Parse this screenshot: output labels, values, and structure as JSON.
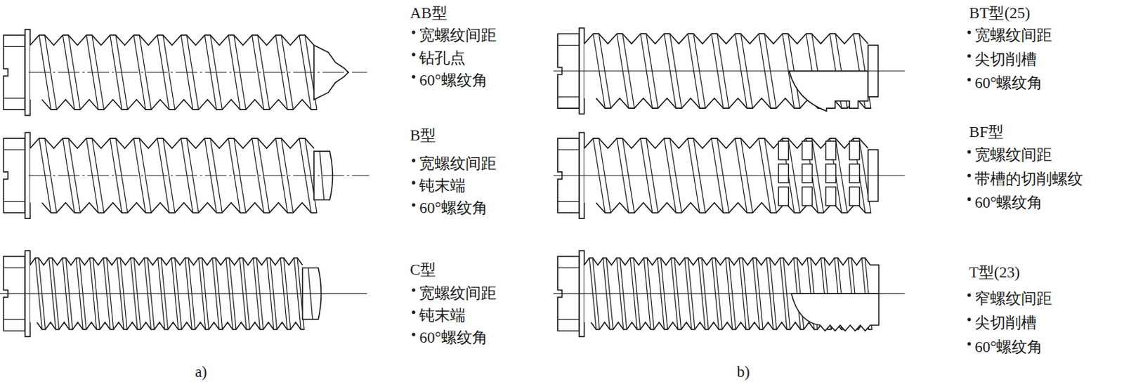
{
  "diagram": {
    "labels": [
      "AB型",
      "宽螺纹间距",
      "钻孔点",
      "60°螺纹角",
      "B型",
      "宽螺纹间距",
      "钝末端",
      "60°螺纹角",
      "C型",
      "宽螺纹间距",
      "钝末端",
      "60°螺纹角",
      "BT型(25)",
      "宽螺纹间距",
      "尖切削槽",
      "60°螺纹角",
      "BF型",
      "宽螺纹间距",
      "带槽的切削螺纹",
      "60°螺纹角",
      "T型(23)",
      "窄螺纹间距",
      "尖切削槽",
      "60°螺纹角",
      "a)",
      "b)"
    ]
  }
}
